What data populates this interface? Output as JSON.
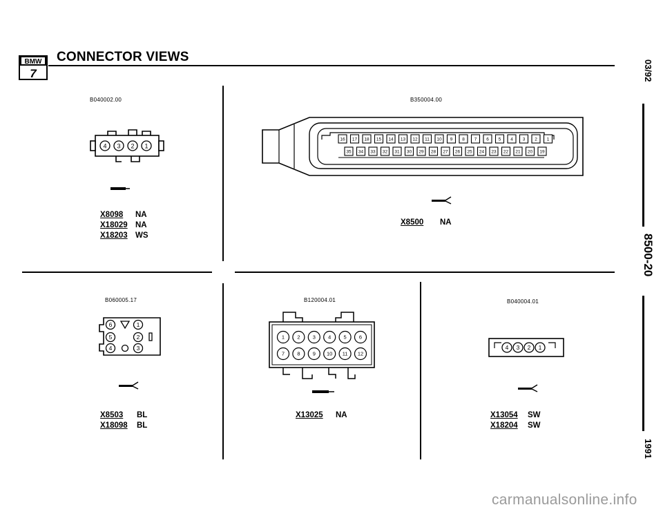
{
  "header": {
    "title": "CONNECTOR VIEWS",
    "logo_text": "BMW",
    "logo_series": "7"
  },
  "sidebar": {
    "date": "03/92",
    "section": "8500-20",
    "year": "1991"
  },
  "connectors": [
    {
      "ref": "B040002.00",
      "pins": [
        "4",
        "3",
        "2",
        "1"
      ],
      "entries": [
        {
          "code": "X8098",
          "color": "NA"
        },
        {
          "code": "X18029",
          "color": "NA"
        },
        {
          "code": "X18203",
          "color": "WS"
        }
      ]
    },
    {
      "ref": "B350004.00",
      "pins_top": [
        "16",
        "17",
        "18",
        "15",
        "14",
        "13",
        "12",
        "11",
        "10",
        "9",
        "8",
        "7",
        "6",
        "5",
        "4",
        "3",
        "2",
        "1"
      ],
      "pins_bottom": [
        "35",
        "34",
        "33",
        "32",
        "31",
        "30",
        "29",
        "28",
        "27",
        "26",
        "25",
        "24",
        "23",
        "22",
        "21",
        "20",
        "19"
      ],
      "entries": [
        {
          "code": "X8500",
          "color": "NA"
        }
      ]
    },
    {
      "ref": "B060005.17",
      "pins": [
        "6",
        "1",
        "5",
        "2",
        "4",
        "3"
      ],
      "entries": [
        {
          "code": "X8503",
          "color": "BL"
        },
        {
          "code": "X18098",
          "color": "BL"
        }
      ]
    },
    {
      "ref": "B120004.01",
      "pins_top": [
        "1",
        "2",
        "3",
        "4",
        "5",
        "6"
      ],
      "pins_bottom": [
        "7",
        "8",
        "9",
        "10",
        "11",
        "12"
      ],
      "entries": [
        {
          "code": "X13025",
          "color": "NA"
        }
      ]
    },
    {
      "ref": "B040004.01",
      "pins": [
        "4",
        "3",
        "2",
        "1"
      ],
      "entries": [
        {
          "code": "X13054",
          "color": "SW"
        },
        {
          "code": "X18204",
          "color": "SW"
        }
      ]
    }
  ],
  "footer": {
    "watermark": "carmanualsonline.info"
  }
}
